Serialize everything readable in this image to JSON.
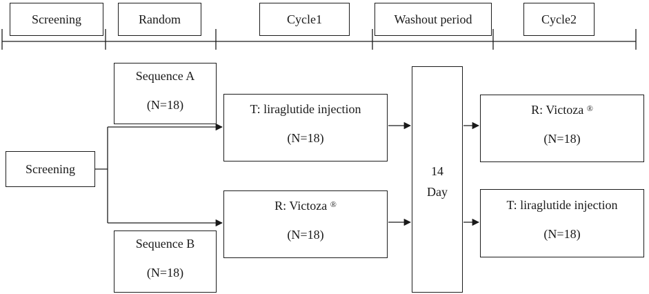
{
  "phases": [
    "Screening",
    "Random",
    "Cycle1",
    "Washout period",
    "Cycle2"
  ],
  "screening_box": "Screening",
  "sequence_a": {
    "label": "Sequence A",
    "n": "(N=18)"
  },
  "sequence_b": {
    "label": "Sequence B",
    "n": "(N=18)"
  },
  "cycle1_top": {
    "label": "T: liraglutide injection",
    "n": "(N=18)"
  },
  "cycle1_bottom": {
    "label": "R: Victoza",
    "mark": "®",
    "n": "(N=18)"
  },
  "washout": {
    "days": "14",
    "unit": "Day"
  },
  "cycle2_top": {
    "label": "R: Victoza",
    "mark": "®",
    "n": "(N=18)"
  },
  "cycle2_bottom": {
    "label": "T: liraglutide injection",
    "n": "(N=18)"
  },
  "colors": {
    "stroke": "#1a1a1a",
    "background": "#ffffff"
  }
}
